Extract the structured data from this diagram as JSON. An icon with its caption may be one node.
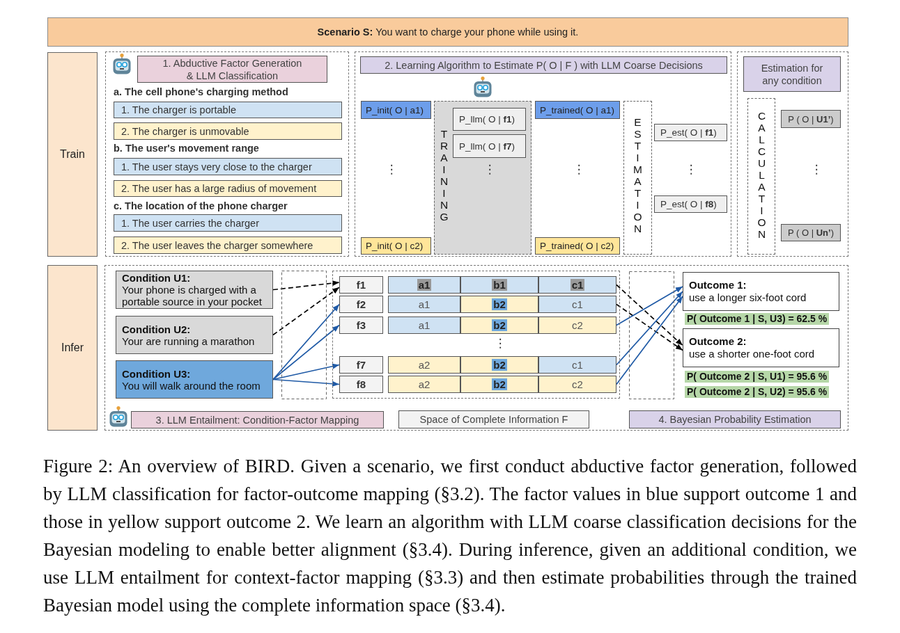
{
  "diagram": {
    "caption": "Figure 2: An overview of BIRD. Given a scenario, we first conduct abductive factor generation, followed by LLM classification for factor-outcome mapping (§3.2). The factor values in blue support outcome 1 and those in yellow support outcome 2. We learn an algorithm with LLM coarse classification decisions for the Bayesian modeling to enable better alignment (§3.4). During inference, given an additional condition, we use LLM entailment for context-factor mapping (§3.3) and then estimate probabilities through the trained Bayesian model using the complete information space (§3.4).",
    "nodes": [
      {
        "text": [
          "**Scenario S:** You want to charge your phone while using it."
        ]
      },
      {
        "text": [
          "Train"
        ]
      },
      {
        "text": [],
        "shape": "box"
      },
      {
        "text": [
          "1. Abductive Factor Generation & LLM Classification"
        ],
        "in": 2
      },
      {
        "text": [
          "1. The charger is portable"
        ],
        "in": 2
      },
      {
        "text": [
          "2. The charger is unmovable"
        ],
        "in": 2
      },
      {
        "text": [
          "1. The user stays very close to the charger"
        ],
        "in": 2
      },
      {
        "text": [
          "2. The user has a large radius of movement"
        ],
        "in": 2
      },
      {
        "text": [
          "1. The user carries the charger"
        ],
        "in": 2
      },
      {
        "text": [
          "2. The user leaves the charger somewhere"
        ],
        "in": 2
      },
      {
        "text": [],
        "shape": "box"
      },
      {
        "text": [
          "2. Learning Algorithm to Estimate P( O | F ) with LLM Coarse Decisions"
        ],
        "in": 10
      },
      {
        "text": [
          "P_init( O | a1)"
        ],
        "in": 10
      },
      {
        "text": [
          "P_init( O | c2)"
        ],
        "in": 10
      },
      {
        "text": [
          "TRAINING"
        ],
        "in": 10
      },
      {
        "text": [
          "P_llm( O | **f1**)"
        ],
        "in": 14
      },
      {
        "text": [
          "P_llm( O | **f7**)"
        ],
        "in": 14
      },
      {
        "text": [
          "P_trained( O | a1)"
        ],
        "in": 10
      },
      {
        "text": [
          "P_trained( O | c2)"
        ],
        "in": 10
      },
      {
        "text": [
          "ESTIMATION"
        ],
        "in": 10
      },
      {
        "text": [
          "P_est( O | **f1**)"
        ],
        "in": 10
      },
      {
        "text": [
          "P_est( O | **f8**)"
        ],
        "in": 10
      },
      {
        "text": [],
        "shape": "box"
      },
      {
        "text": [
          "Estimation for any condition"
        ],
        "in": 22
      },
      {
        "text": [
          "CALCULATION"
        ],
        "in": 22
      },
      {
        "text": [
          "P ( O | **U1’**)"
        ],
        "in": 22
      },
      {
        "text": [
          "P ( O | **Un’**)"
        ],
        "in": 22
      },
      {
        "text": [
          "Infer"
        ]
      },
      {
        "text": [],
        "shape": "box"
      },
      {
        "text": [
          "Condition U1:",
          "Your phone is charged with a portable source in your pocket"
        ],
        "in": 28
      },
      {
        "text": [
          "Condition U2:",
          "Your are running a marathon"
        ],
        "in": 28
      },
      {
        "text": [
          "Condition U3:",
          "You will walk around the room"
        ],
        "in": 28
      },
      {
        "text": [],
        "shape": "box",
        "in": 28
      },
      {
        "text": [
          "f1"
        ],
        "in": 32
      },
      {
        "text": [
          "a1"
        ],
        "in": 32
      },
      {
        "text": [
          "b1"
        ],
        "in": 32
      },
      {
        "text": [
          "c1"
        ],
        "in": 32
      },
      {
        "text": [
          "f2"
        ],
        "in": 32
      },
      {
        "text": [
          "a1"
        ],
        "in": 32
      },
      {
        "text": [
          "b2"
        ],
        "in": 32
      },
      {
        "text": [
          "c1"
        ],
        "in": 32
      },
      {
        "text": [
          "f3"
        ],
        "in": 32
      },
      {
        "text": [
          "a1"
        ],
        "in": 32
      },
      {
        "text": [
          "b2"
        ],
        "in": 32
      },
      {
        "text": [
          "c2"
        ],
        "in": 32
      },
      {
        "text": [
          "f7"
        ],
        "in": 32
      },
      {
        "text": [
          "a2"
        ],
        "in": 32
      },
      {
        "text": [
          "b2"
        ],
        "in": 32
      },
      {
        "text": [
          "c1"
        ],
        "in": 32
      },
      {
        "text": [
          "f8"
        ],
        "in": 32
      },
      {
        "text": [
          "a2"
        ],
        "in": 32
      },
      {
        "text": [
          "b2"
        ],
        "in": 32
      },
      {
        "text": [
          "c2"
        ],
        "in": 32
      },
      {
        "text": [
          "Outcome 1:",
          "use a longer six-foot cord"
        ],
        "beside": [
          "P( Outcome 1 | S, U3) = 62.5 %"
        ],
        "in": 28
      },
      {
        "text": [
          "Outcome 2:",
          "use a shorter one-foot cord"
        ],
        "beside": [
          "P( Outcome 2 | S, U1) = 95.6 %",
          "P( Outcome 2 | S, U2) = 95.6 %"
        ],
        "in": 28
      },
      {
        "text": [
          "3. LLM Entailment: Condition-Factor Mapping"
        ],
        "in": 28
      },
      {
        "text": [
          "Space of Complete Information F"
        ],
        "in": 28
      },
      {
        "text": [
          "4. Bayesian Probability Estimation"
        ],
        "in": 28
      }
    ],
    "edges": [
      {
        "from": 29,
        "to": 33,
        "arrow": "to",
        "style": "dashed",
        "color": "#000000"
      },
      {
        "from": 30,
        "to": 33,
        "arrow": "to",
        "style": "dashed",
        "color": "#000000"
      },
      {
        "from": 31,
        "to": 37,
        "arrow": "to"
      },
      {
        "from": 31,
        "to": 41,
        "arrow": "to"
      },
      {
        "from": 31,
        "to": 45,
        "arrow": "to"
      },
      {
        "from": 31,
        "to": 49,
        "arrow": "to"
      },
      {
        "from": 36,
        "to": 54,
        "arrow": "to",
        "style": "dashed",
        "color": "#000000"
      },
      {
        "from": 40,
        "to": 54,
        "arrow": "to",
        "style": "dashed",
        "color": "#000000"
      },
      {
        "from": 44,
        "to": 53,
        "arrow": "to"
      },
      {
        "from": 48,
        "to": 53,
        "arrow": "to"
      },
      {
        "from": 52,
        "to": 53,
        "arrow": "to"
      }
    ],
    "labels": [
      "a. The cell phone's charging method",
      "b. The user's movement range",
      "c. The location of the phone charger",
      "⋮",
      "⋮",
      "⋮",
      "⋮",
      "⋮",
      "⋮"
    ]
  }
}
